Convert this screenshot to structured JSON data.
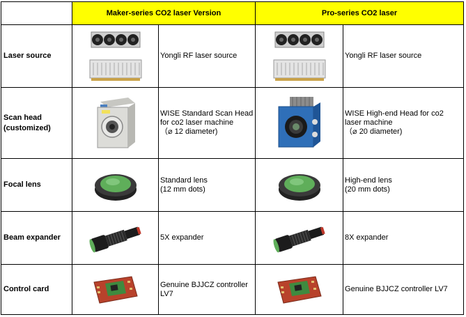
{
  "header": {
    "col1": "",
    "col2": "Maker-series CO2 laser Version",
    "col3": "Pro-series CO2 laser"
  },
  "rows": [
    {
      "label_lines": [
        "Laser source"
      ],
      "maker_desc_lines": [
        "Yongli RF laser source"
      ],
      "pro_desc_lines": [
        "Yongli RF laser source"
      ],
      "icon": "laser-source-icon"
    },
    {
      "label_lines": [
        "Scan head",
        "(customized)"
      ],
      "maker_desc_lines": [
        "WISE Standard Scan Head",
        "for co2 laser machine",
        "（⌀ 12 diameter)"
      ],
      "pro_desc_lines": [
        "WISE High-end Head for co2",
        "laser machine",
        "（⌀ 20 diameter)"
      ],
      "icon": "scan-head-icon"
    },
    {
      "label_lines": [
        "Focal lens"
      ],
      "maker_desc_lines": [
        "Standard lens",
        "(12 mm dots)"
      ],
      "pro_desc_lines": [
        "High-end lens",
        "(20 mm dots)"
      ],
      "icon": "focal-lens-icon"
    },
    {
      "label_lines": [
        "Beam expander"
      ],
      "maker_desc_lines": [
        "5X expander"
      ],
      "pro_desc_lines": [
        "8X expander"
      ],
      "icon": "beam-expander-icon"
    },
    {
      "label_lines": [
        "Control card"
      ],
      "maker_desc_lines": [
        "Genuine BJJCZ controller",
        "LV7"
      ],
      "pro_desc_lines": [
        "Genuine BJJCZ controller LV7"
      ],
      "icon": "control-card-icon"
    }
  ],
  "colors": {
    "header_bg": "#ffff00",
    "border": "#000000",
    "standard_head": "#d8d8d4",
    "highend_head": "#2f6fb8",
    "lens_green": "#5fae5a",
    "pcb_red": "#b8422b"
  }
}
